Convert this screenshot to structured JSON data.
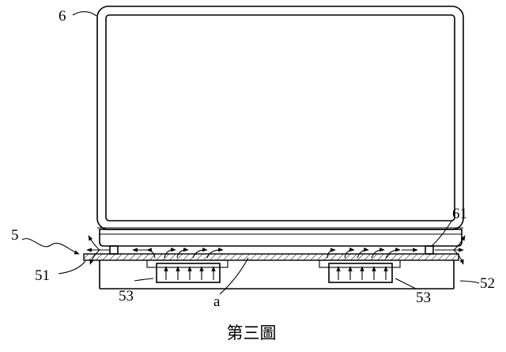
{
  "figure": {
    "caption": "第三圖",
    "labels": {
      "laptop": "6",
      "stand": "5",
      "foot": "61",
      "plate_left": "51",
      "base_right": "52",
      "fan_left": "53",
      "fan_right": "53",
      "air_gap": "a"
    }
  }
}
